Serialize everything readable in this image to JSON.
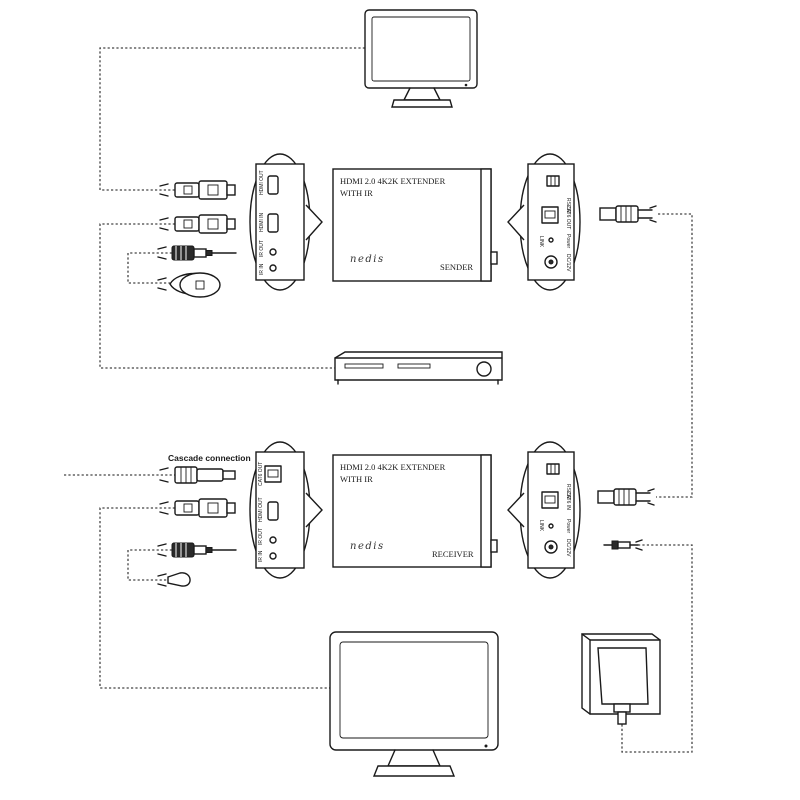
{
  "sender": {
    "title_line1": "HDMI 2.0 4K2K EXTENDER",
    "title_line2": "WITH IR",
    "role_label": "SENDER",
    "logo": "nedis",
    "left_ports": [
      "HDMI OUT",
      "HDMI IN",
      "IR OUT",
      "IR IN"
    ],
    "right_ports": [
      "RS232",
      "CAT6 OUT",
      "LINK",
      "Power",
      "DC/12V"
    ]
  },
  "receiver": {
    "title_line1": "HDMI 2.0 4K2K EXTENDER",
    "title_line2": "WITH IR",
    "role_label": "RECEIVER",
    "logo": "nedis",
    "left_ports": [
      "CAT6 OUT",
      "HDMI OUT",
      "IR OUT",
      "IR IN"
    ],
    "right_ports": [
      "RS232",
      "CAT6 IN",
      "LINK",
      "Power",
      "DC/12V"
    ]
  },
  "cascade_label": "Cascade connection",
  "icons": [
    "monitor-icon",
    "media-player-icon",
    "power-adapter-icon",
    "hdmi-plug-icon",
    "rj45-plug-icon",
    "ir-sensor-icon",
    "ir-emitter-icon",
    "audio-jack-icon",
    "dc-plug-icon"
  ]
}
